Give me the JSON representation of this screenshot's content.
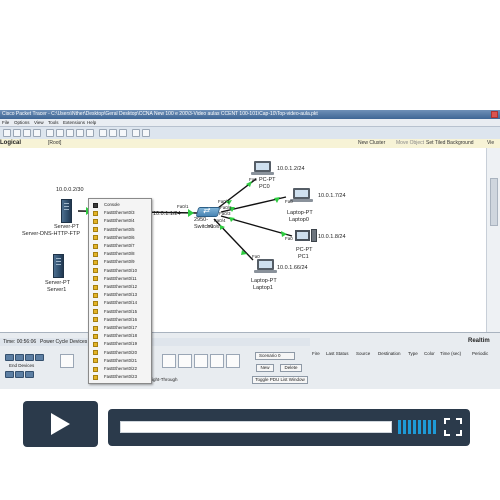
{
  "window": {
    "title": "Cisco Packet Tracer - C:\\Users\\Nther\\Desktop\\Geral Desktop\\CCNA New 100 e 200\\3-Video aulas CCENT 100-101\\Cap-10\\Top-video-aula.pkt"
  },
  "menubar": {
    "items": [
      "File",
      "Options",
      "View",
      "Tools",
      "Extensions",
      "Help"
    ]
  },
  "workspace_bar": {
    "mode": "Logical",
    "root": "[Root]",
    "new_cluster": "New Cluster",
    "move_object": "Move Object",
    "set_tiled_background": "Set Tiled Background",
    "viewport": "Vie"
  },
  "topology": {
    "server_dns": {
      "ip": "10.0.0.2/30",
      "model": "Server-PT",
      "name": "Server-DNS-HTTP-FTP"
    },
    "server1": {
      "model": "Server-PT",
      "name": "Server1"
    },
    "switch": {
      "model": "2950-",
      "name": "Switch0"
    },
    "link_ip": "10.0.1.1/24",
    "ports": {
      "p1": "Fa0/1",
      "p2": "Fa0/1",
      "p3": "Fa0/2",
      "p4": "Fa0/3",
      "p5": "Fa0/4",
      "p6": "Fa0/5"
    },
    "pc0": {
      "port": "Fa0",
      "model": "PC-PT",
      "name": "PC0",
      "ip": "10.0.1.2/24"
    },
    "laptop0": {
      "port": "Fa0",
      "model": "Laptop-PT",
      "name": "Laptop0",
      "ip": "10.0.1.7/24"
    },
    "pc1": {
      "port": "Fa0",
      "model": "PC-PT",
      "name": "PC1",
      "ip": "10.0.1.8/24"
    },
    "laptop1": {
      "port": "Fa0",
      "model": "Laptop-PT",
      "name": "Laptop1",
      "ip": "10.0.1.66/24"
    }
  },
  "context_menu": {
    "items": [
      "Console",
      "FastEthernet0/3",
      "FastEthernet0/4",
      "FastEthernet0/5",
      "FastEthernet0/6",
      "FastEthernet0/7",
      "FastEthernet0/8",
      "FastEthernet0/9",
      "FastEthernet0/10",
      "FastEthernet0/11",
      "FastEthernet0/12",
      "FastEthernet0/13",
      "FastEthernet0/14",
      "FastEthernet0/15",
      "FastEthernet0/16",
      "FastEthernet0/17",
      "FastEthernet0/18",
      "FastEthernet0/19",
      "FastEthernet0/20",
      "FastEthernet0/21",
      "FastEthernet0/22",
      "FastEthernet0/23"
    ]
  },
  "bottom_panel": {
    "time": "Time: 00:56:06",
    "power_cycle": "Power Cycle Devices",
    "end_devices": "End Devices",
    "scenario": "Scenario 0",
    "new": "New",
    "delete": "Delete",
    "toggle_pdu": "Toggle PDU List Window",
    "realtime": "Realtim",
    "pdu_columns": [
      "Fire",
      "Last Status",
      "Source",
      "Destination",
      "Type",
      "Color",
      "Time (sec)",
      "Periodic"
    ],
    "tooltip_fragment": "ight-Through"
  },
  "player": {
    "progress": 0.0
  }
}
